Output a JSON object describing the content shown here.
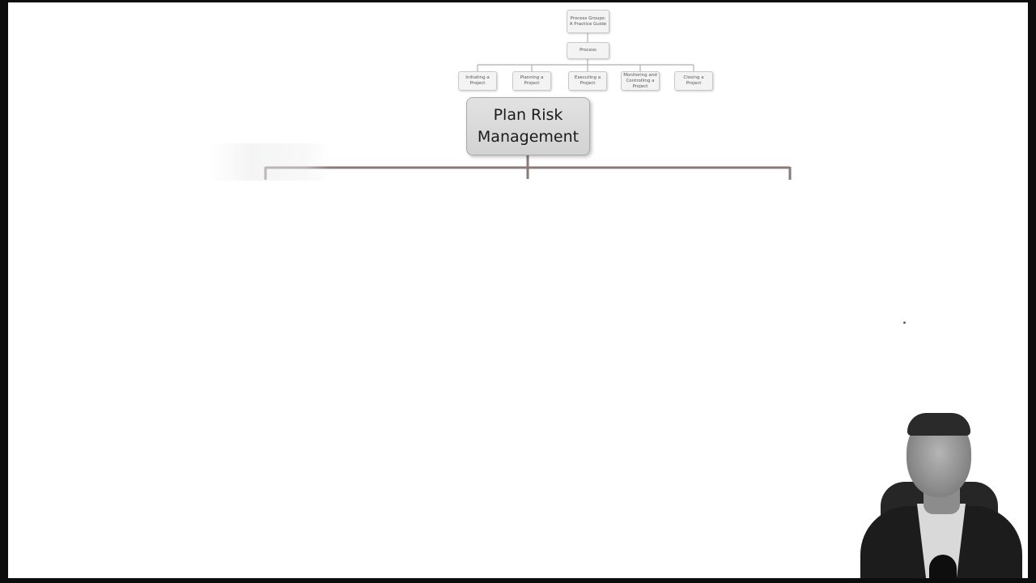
{
  "diagram": {
    "root": {
      "label": "Process Groups: A Practice Guide"
    },
    "process": {
      "label": "Process"
    },
    "process_groups": [
      {
        "label": "Initiating a Project"
      },
      {
        "label": "Planning a Project"
      },
      {
        "label": "Executing a Project"
      },
      {
        "label": "Monitoring and Controlling a Project"
      },
      {
        "label": "Closing a Project"
      }
    ],
    "current_process": {
      "label": "Plan Risk Management"
    },
    "child_branch_count": 3
  },
  "colors": {
    "background": "#ffffff",
    "outer_border": "#0d0d0d",
    "node_fill": "#f3f3f3",
    "main_node_fill": "#d9d9d9",
    "small_connector": "#b0b0b0",
    "main_connector": "#8a7a7a"
  },
  "presenter": {
    "visible": true
  }
}
